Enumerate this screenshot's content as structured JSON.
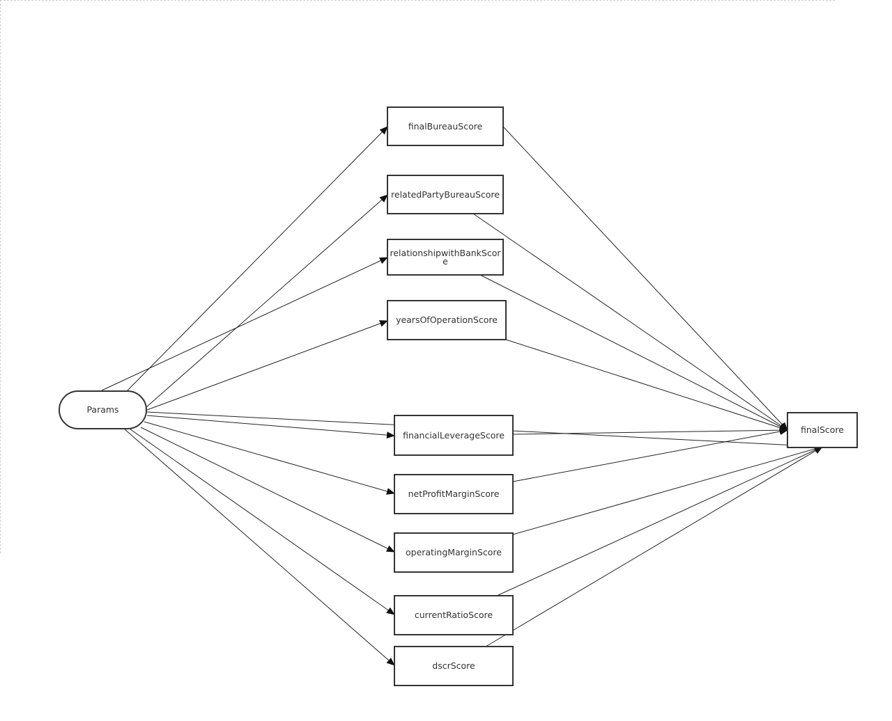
{
  "diagram": {
    "start_node": {
      "label": "Params"
    },
    "score_nodes": [
      {
        "id": "finalBureauScore",
        "label": "finalBureauScore"
      },
      {
        "id": "relatedPartyBureauScore",
        "label": "relatedPartyBureauScore"
      },
      {
        "id": "relationshipwithBankScore",
        "label": "relationshipwithBankScore"
      },
      {
        "id": "yearsOfOperationScore",
        "label": "yearsOfOperationScore"
      },
      {
        "id": "financialLeverageScore",
        "label": "financialLeverageScore"
      },
      {
        "id": "netProfitMarginScore",
        "label": "netProfitMarginScore"
      },
      {
        "id": "operatingMarginScore",
        "label": "operatingMarginScore"
      },
      {
        "id": "currentRatioScore",
        "label": "currentRatioScore"
      },
      {
        "id": "dscrScore",
        "label": "dscrScore"
      }
    ],
    "end_node": {
      "label": "finalScore"
    },
    "colors": {
      "stroke": "#333333",
      "background": "#ffffff"
    }
  }
}
